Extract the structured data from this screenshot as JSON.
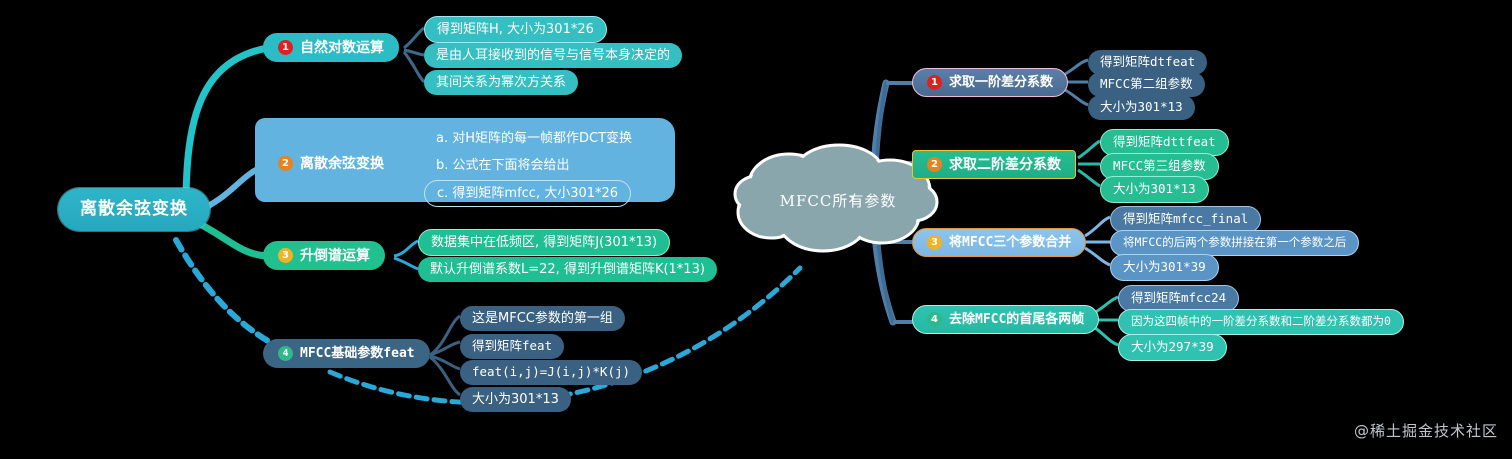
{
  "root": {
    "label": "离散余弦变换"
  },
  "center": {
    "label": "MFCC所有参数"
  },
  "watermark": {
    "text": "@稀土掘金技术社区"
  },
  "colors": {
    "background": "#000000",
    "root_fill": "#2eb5c9",
    "cloud_fill": "#8aa6ad",
    "teal": "#35bfc2",
    "blue": "#6cb9e6",
    "green": "#1fbf93",
    "slate": "#3a6182",
    "badge_red": "#e02020",
    "badge_orange": "#e8821e",
    "badge_yellow": "#f2b322",
    "badge_green": "#2fb98a",
    "wire_teal": "#22c3c9",
    "wire_blue": "#63b3e1",
    "wire_green": "#1fbf93",
    "wire_steel": "#4f7fa8"
  },
  "left_branches": [
    {
      "index": "1",
      "label": "自然对数运算",
      "children": [
        {
          "text": "得到矩阵H, 大小为301*26"
        },
        {
          "text": "是由人耳接收到的信号与信号本身决定的"
        },
        {
          "text": "其间关系为幂次方关系"
        }
      ]
    },
    {
      "index": "2",
      "label": "离散余弦变换",
      "children": [
        {
          "text": "a. 对H矩阵的每一帧都作DCT变换"
        },
        {
          "text": "b. 公式在下面将会给出"
        },
        {
          "text": "c. 得到矩阵mfcc, 大小301*26"
        }
      ]
    },
    {
      "index": "3",
      "label": "升倒谱运算",
      "children": [
        {
          "text": "数据集中在低频区, 得到矩阵J(301*13)"
        },
        {
          "text": "默认升倒谱系数L=22, 得到升倒谱矩阵K(1*13)"
        }
      ]
    },
    {
      "index": "4",
      "label": "MFCC基础参数feat",
      "children": [
        {
          "text": "这是MFCC参数的第一组"
        },
        {
          "text": "得到矩阵feat"
        },
        {
          "text": "feat(i,j)=J(i,j)*K(j)"
        },
        {
          "text": "大小为301*13"
        }
      ]
    }
  ],
  "right_branches": [
    {
      "index": "1",
      "label": "求取一阶差分系数",
      "children": [
        {
          "text": "得到矩阵dtfeat"
        },
        {
          "text": "MFCC第二组参数"
        },
        {
          "text": "大小为301*13"
        }
      ]
    },
    {
      "index": "2",
      "label": "求取二阶差分系数",
      "children": [
        {
          "text": "得到矩阵dttfeat"
        },
        {
          "text": "MFCC第三组参数"
        },
        {
          "text": "大小为301*13"
        }
      ]
    },
    {
      "index": "3",
      "label": "将MFCC三个参数合并",
      "children": [
        {
          "text": "得到矩阵mfcc_final"
        },
        {
          "text": "将MFCC的后两个参数拼接在第一个参数之后"
        },
        {
          "text": "大小为301*39"
        }
      ]
    },
    {
      "index": "4",
      "label": "去除MFCC的首尾各两帧",
      "children": [
        {
          "text": "得到矩阵mfcc24"
        },
        {
          "text": "因为这四帧中的一阶差分系数和二阶差分系数都为0"
        },
        {
          "text": "大小为297*39"
        }
      ]
    }
  ]
}
